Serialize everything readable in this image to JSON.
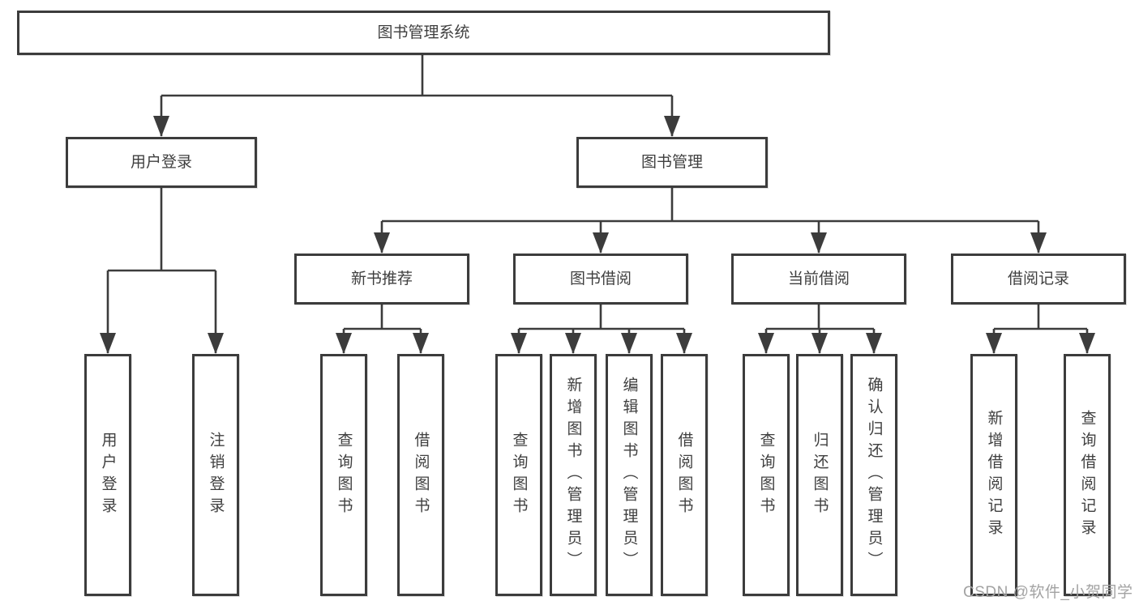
{
  "root": {
    "label": "图书管理系统"
  },
  "branches": [
    {
      "label": "用户登录",
      "children": [
        {
          "label": "用户登录"
        },
        {
          "label": "注销登录"
        }
      ]
    },
    {
      "label": "图书管理",
      "children": [
        {
          "label": "新书推荐",
          "children": [
            {
              "label": "查询图书"
            },
            {
              "label": "借阅图书"
            }
          ]
        },
        {
          "label": "图书借阅",
          "children": [
            {
              "label": "查询图书"
            },
            {
              "label": "新增图书（管理员）"
            },
            {
              "label": "编辑图书（管理员）"
            },
            {
              "label": "借阅图书"
            }
          ]
        },
        {
          "label": "当前借阅",
          "children": [
            {
              "label": "查询图书"
            },
            {
              "label": "归还图书"
            },
            {
              "label": "确认归还（管理员）"
            }
          ]
        },
        {
          "label": "借阅记录",
          "children": [
            {
              "label": "新增借阅记录"
            },
            {
              "label": "查询借阅记录"
            }
          ]
        }
      ]
    }
  ],
  "watermark": {
    "text": "CSDN @软件_小贺同学"
  },
  "colors": {
    "line": "#3c3c3c",
    "text": "#3f3f3f",
    "watermark": "#a3a3a3",
    "background": "#ffffff"
  }
}
